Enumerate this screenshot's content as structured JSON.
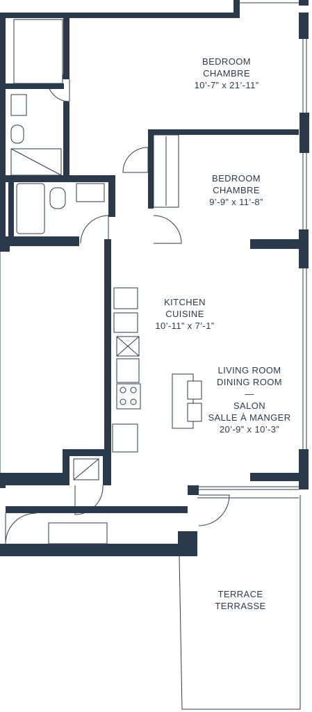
{
  "colors": {
    "wall": "#2b3a4a",
    "background": "#ffffff"
  },
  "rooms": [
    {
      "id": "bedroom-1",
      "name_en": "BEDROOM",
      "name_fr": "CHAMBRE",
      "dims": "10’-7” x 21’-11”"
    },
    {
      "id": "bedroom-2",
      "name_en": "BEDROOM",
      "name_fr": "CHAMBRE",
      "dims": "9’-9” x 11’-8”"
    },
    {
      "id": "kitchen",
      "name_en": "KITCHEN",
      "name_fr": "CUISINE",
      "dims": "10’-11” x 7’-1”"
    },
    {
      "id": "living",
      "name_en": "LIVING ROOM",
      "name_en2": "DINING ROOM",
      "sep": "—",
      "name_fr": "SALON",
      "name_fr2": "SALLE À MANGER",
      "dims": "20’-9” x 10’-3”"
    },
    {
      "id": "terrace",
      "name_en": "TERRACE",
      "name_fr": "TERRASSE"
    }
  ]
}
